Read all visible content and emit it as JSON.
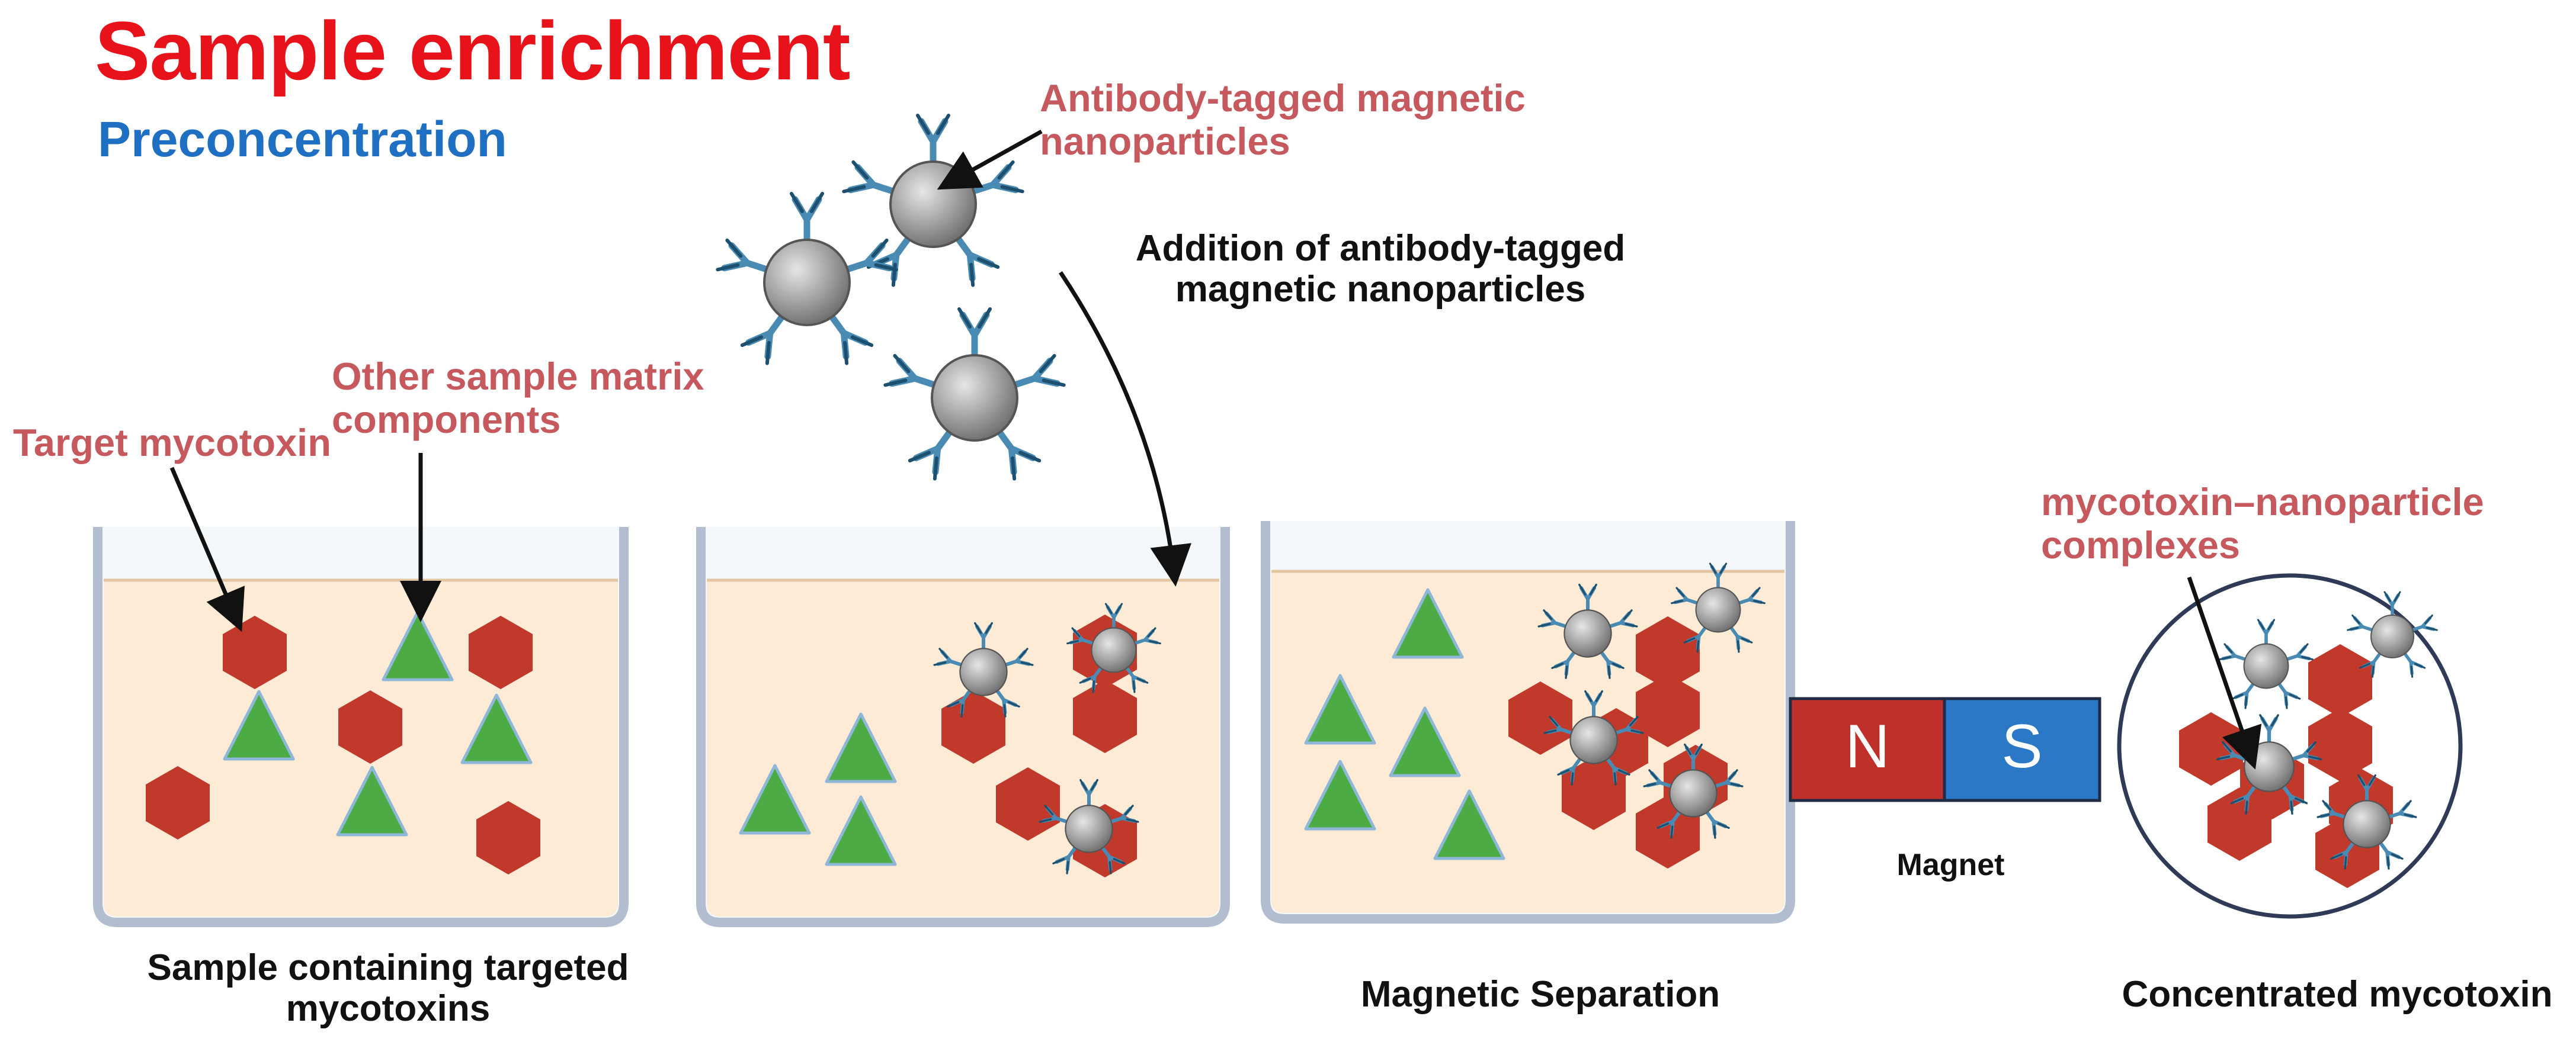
{
  "colors": {
    "title": "#e8121b",
    "subtitle": "#1f6fc2",
    "annotation": "#c5595d",
    "caption": "#111111",
    "hexagon": "#c0392b",
    "triangle": "#4cab45",
    "liquid": "#fdebd6",
    "magnet_north": "#c0302b",
    "magnet_south": "#2b79c6",
    "antibody": "#4a8bb4"
  },
  "header": {
    "title": "Sample enrichment",
    "subtitle": "Preconcentration"
  },
  "annotations": {
    "antibody_np": [
      "Antibody-tagged magnetic",
      "nanoparticles"
    ],
    "addition_step": [
      "Addition of antibody-tagged",
      "magnetic nanoparticles"
    ],
    "other_matrix": [
      "Other sample matrix",
      "components"
    ],
    "target_mycotoxin": "Target mycotoxin",
    "complexes": [
      "mycotoxin–nanoparticle",
      "complexes"
    ]
  },
  "captions": {
    "sample": [
      "Sample containing targeted",
      "mycotoxins"
    ],
    "separation": "Magnetic Separation",
    "magnet": "Magnet",
    "concentrated": "Concentrated mycotoxin"
  },
  "magnet": {
    "north": "N",
    "south": "S"
  }
}
